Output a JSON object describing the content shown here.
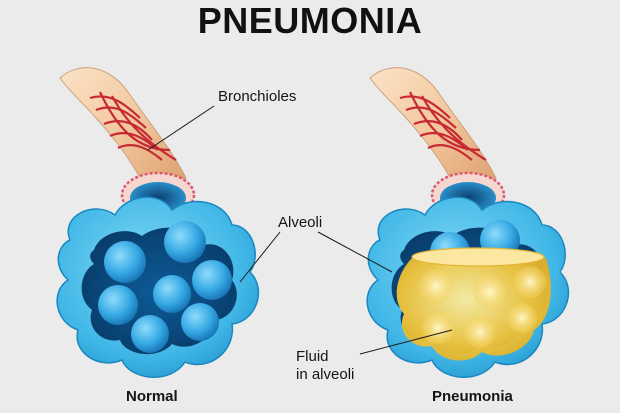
{
  "title": "PNEUMONIA",
  "labels": {
    "bronchioles": "Bronchioles",
    "alveoli": "Alveoli",
    "fluid_line1": "Fluid",
    "fluid_line2": "in alveoli"
  },
  "captions": {
    "normal": "Normal",
    "pneumonia": "Pneumonia"
  },
  "colors": {
    "background": "#ebebeb",
    "alveoli_blue": "#2aa8df",
    "alveoli_dark": "#0d4f86",
    "fluid_yellow": "#f0c43a",
    "tube_skin": "#f2c9a0",
    "tube_red": "#c72a33"
  }
}
